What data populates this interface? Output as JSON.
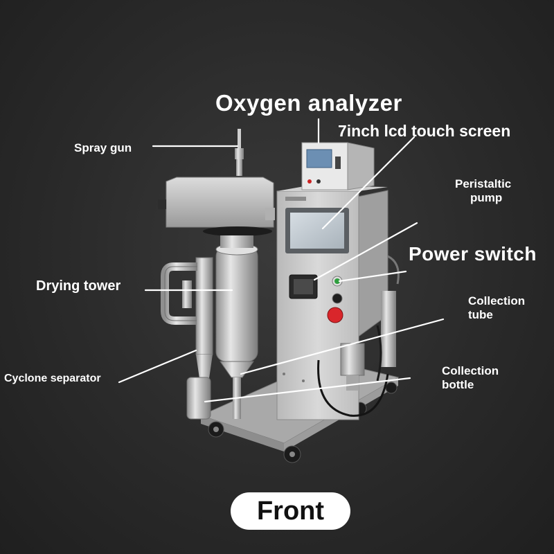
{
  "labels": {
    "oxygen_analyzer": "Oxygen analyzer",
    "lcd_touch_screen": "7inch lcd touch screen",
    "spray_gun": "Spray gun",
    "peristaltic_pump_line1": "Peristaltic",
    "peristaltic_pump_line2": "pump",
    "power_switch": "Power switch",
    "drying_tower": "Drying tower",
    "collection_tube_line1": "Collection",
    "collection_tube_line2": "tube",
    "cyclone_separator": "Cyclone separator",
    "collection_bottle_line1": "Collection",
    "collection_bottle_line2": "bottle"
  },
  "view_badge": "Front",
  "colors": {
    "background": "#2b2b2b",
    "label_text": "#ffffff",
    "leader_line": "#ffffff",
    "stainless": "#c8c8c8",
    "badge_fill": "#ffffff",
    "stop_button": "#d9262b",
    "power_lamp": "#2e9e3e"
  }
}
